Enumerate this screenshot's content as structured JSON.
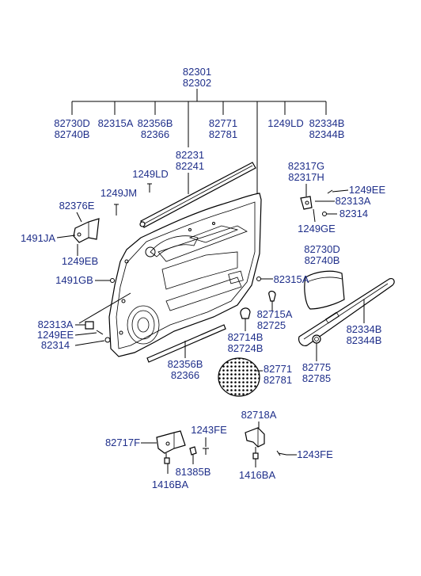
{
  "labels": {
    "top_1": "82301",
    "top_2": "82302",
    "col1_a": "82730D",
    "col1_b": "82740B",
    "col2_a": "82315A",
    "col3_a": "82356B",
    "col3_b": "82366",
    "col4_a": "82771",
    "col4_b": "82781",
    "col5_a": "1249LD",
    "col6_a": "82334B",
    "col6_b": "82344B",
    "strip_a": "82231",
    "strip_b": "82241",
    "ld_left": "1249LD",
    "jm": "1249JM",
    "e376": "82376E",
    "ja": "1491JA",
    "eb": "1249EB",
    "gb": "1491GB",
    "l313a": "82313A",
    "l1249ee_left": "1249EE",
    "l314_left": "82314",
    "g317": "82317G",
    "h317": "82317H",
    "ee_right": "1249EE",
    "a313_right": "82313A",
    "r314": "82314",
    "ge": "1249GE",
    "d730_right": "82730D",
    "b740_right": "82740B",
    "a315_mid": "82315A",
    "a715": "82715A",
    "n725": "82725",
    "b714": "82714B",
    "b724": "82724B",
    "b334_right": "82334B",
    "b344_right": "82344B",
    "b356_bottom": "82356B",
    "n366_bottom": "82366",
    "n771_bottom": "82771",
    "n781_bottom": "82781",
    "n775": "82775",
    "n785": "82785",
    "a718": "82718A",
    "f717": "82717F",
    "fe_1": "1243FE",
    "fe_2": "1243FE",
    "b385": "81385B",
    "ba_left": "1416BA",
    "ba_right": "1416BA"
  }
}
